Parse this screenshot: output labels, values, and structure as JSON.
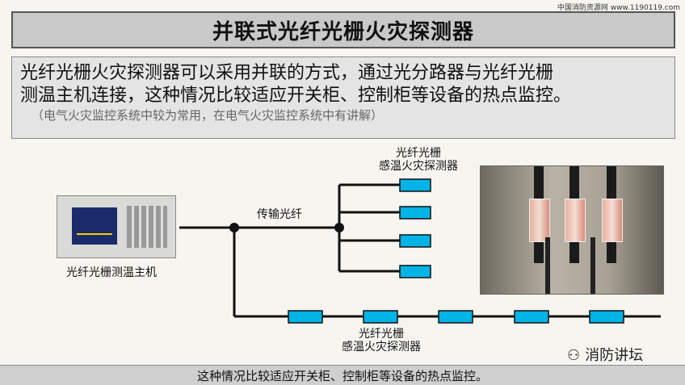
{
  "watermark_url": "中国消防资源网 www.1190119.com",
  "title": "并联式光纤光栅火灾探测器",
  "description": {
    "line1": "光纤光栅火灾探测器可以采用并联的方式，通过光分路器与光纤光栅",
    "line2": "测温主机连接，这种情况比较适应开关柜、控制柜等设备的热点监控。",
    "note": "（电气火灾监控系统中较为常用，在电气火灾监控系统中有讲解）"
  },
  "labels": {
    "host": "光纤光栅测温主机",
    "fiber": "传输光纤",
    "detector_top_line1": "光纤光栅",
    "detector_top_line2": "感温火灾探测器",
    "detector_bottom_line1": "光纤光栅",
    "detector_bottom_line2": "感温火灾探测器"
  },
  "footer": "这种情况比较适应开关柜、控制柜等设备的热点监控。",
  "logo_text": "消防讲坛",
  "colors": {
    "detector_fill": "#00b4e6",
    "line": "#111111",
    "title_bg": "#c9c9c9"
  }
}
